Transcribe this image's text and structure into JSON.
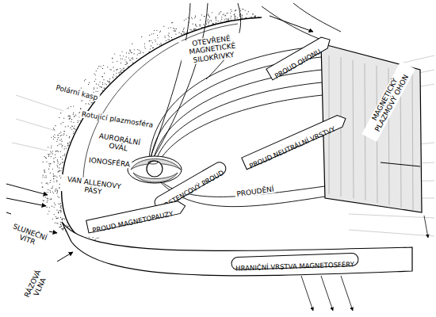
{
  "diagram": {
    "nodes": [
      {
        "text": [
          "PROUD OHONU"
        ]
      },
      {
        "text": [
          "PROUD NEUTRÁLNÍ VRSTVY"
        ]
      },
      {
        "text": [
          "PRSTENCOVÝ PROUD"
        ]
      },
      {
        "text": [
          "PROUD MAGNETOPAUZY"
        ]
      },
      {
        "text": [
          "HRANIČNÍ VRSTVA MAGNETOSFÉRY"
        ]
      }
    ],
    "labels": [
      "OTEVŘENÉ MAGNETICKÉ SILOKŘIVKY",
      "MAGNETICKÝ PLAZMOVÝ OHON",
      "Polární kasp",
      "Rotující plazmosféra",
      "AURORÁLNÍ OVÁL",
      "IONOSFÉRA",
      "VAN ALLENOVY PÁSY",
      "PROUDĚNÍ",
      "SLUNEČNÍ VÍTR",
      "RÁZOVÁ VLNA"
    ]
  }
}
